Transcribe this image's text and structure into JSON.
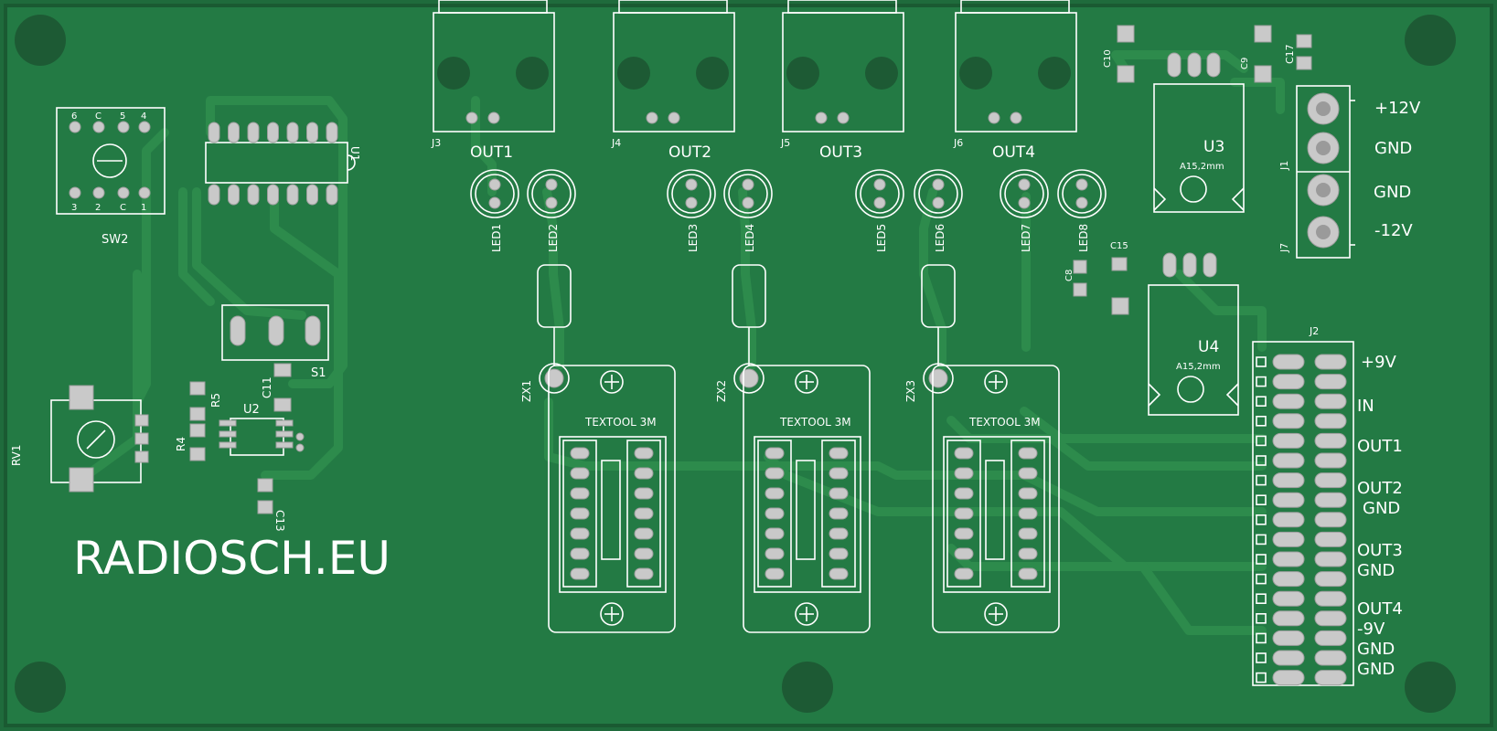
{
  "brand": "RADIOSCH.EU",
  "components": {
    "u1": "U1",
    "u2": "U2",
    "u3": "U3",
    "u4": "U4",
    "sw2": "SW2",
    "s1": "S1",
    "rv1": "RV1",
    "r4": "R4",
    "r5": "R5",
    "c8": "C8",
    "c9": "C9",
    "c10": "C10",
    "c11": "C11",
    "c13": "C13",
    "c15": "C15",
    "c17": "C17",
    "j1": "J1",
    "j2": "J2",
    "j3": "J3",
    "j4": "J4",
    "j5": "J5",
    "j6": "J6",
    "j7": "J7",
    "led1": "LED1",
    "led2": "LED2",
    "led3": "LED3",
    "led4": "LED4",
    "led5": "LED5",
    "led6": "LED6",
    "led7": "LED7",
    "led8": "LED8",
    "zx1": "ZX1",
    "zx2": "ZX2",
    "zx3": "ZX3"
  },
  "out_labels": [
    "OUT1",
    "OUT2",
    "OUT3",
    "OUT4"
  ],
  "regulator_package": "A15,2mm",
  "socket_label": "TEXTOOL 3M",
  "power_labels": [
    "+12V",
    "GND",
    "GND",
    "-12V"
  ],
  "j2_labels": [
    "+9V",
    "IN",
    "OUT1",
    "OUT2",
    "GND",
    "OUT3",
    "GND",
    "OUT4",
    "-9V",
    "GND",
    "GND"
  ],
  "sw2_pins_top": [
    "6",
    "C",
    "5",
    "4"
  ],
  "sw2_pins_bottom": [
    "3",
    "2",
    "C",
    "1"
  ],
  "colors": {
    "board": "#1f6b3c",
    "trace": "#2d8b4c",
    "silk": "#ffffff",
    "pad": "#c9c9c9"
  }
}
